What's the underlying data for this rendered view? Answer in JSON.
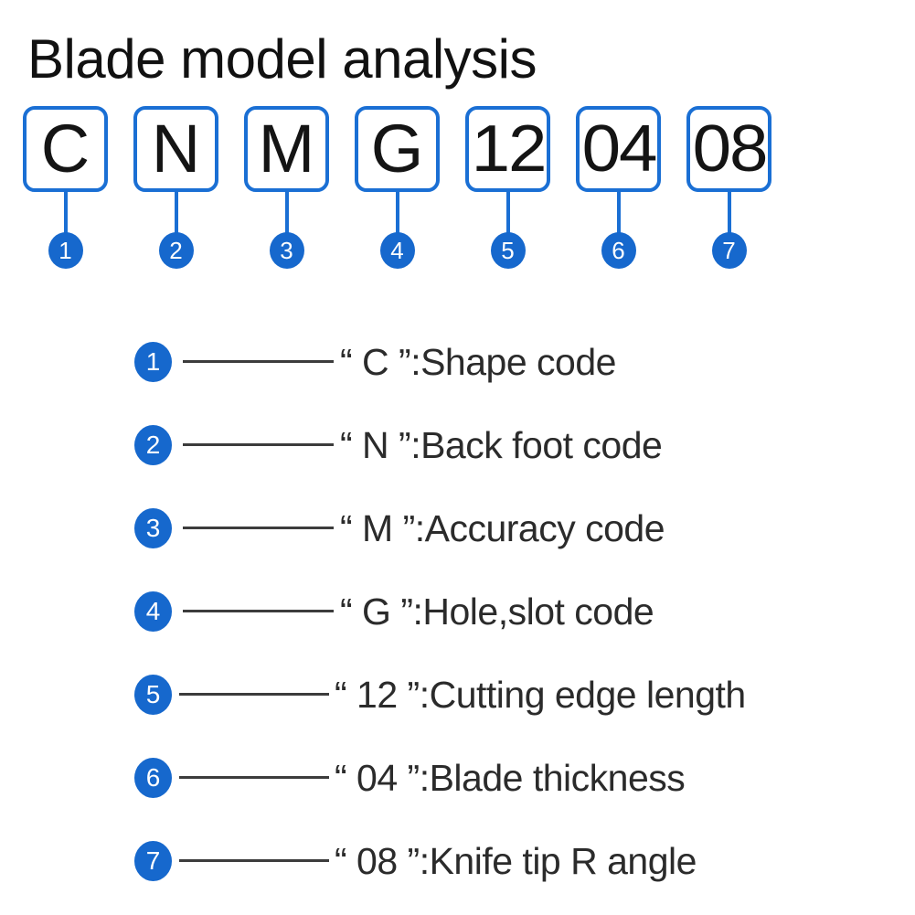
{
  "title": "Blade model analysis",
  "colors": {
    "accent_blue": "#1a6fd4",
    "badge_blue": "#1668cd",
    "rule_gray": "#3c3c3c",
    "text_dark": "#2b2b2b",
    "background": "#ffffff"
  },
  "code_sequence": {
    "full_code": "CNMG120408",
    "segments": [
      {
        "index": "1",
        "value": "C"
      },
      {
        "index": "2",
        "value": "N"
      },
      {
        "index": "3",
        "value": "M"
      },
      {
        "index": "4",
        "value": "G"
      },
      {
        "index": "5",
        "value": "12"
      },
      {
        "index": "6",
        "value": "04"
      },
      {
        "index": "7",
        "value": "08"
      }
    ]
  },
  "legend": {
    "rows": [
      {
        "index": "1",
        "text": "“ C ”:Shape code"
      },
      {
        "index": "2",
        "text": "“ N ”:Back foot code"
      },
      {
        "index": "3",
        "text": "“ M ”:Accuracy code"
      },
      {
        "index": "4",
        "text": "“ G ”:Hole,slot code"
      },
      {
        "index": "5",
        "text": "“ 12 ”:Cutting edge length"
      },
      {
        "index": "6",
        "text": "“ 04 ”:Blade thickness"
      },
      {
        "index": "7",
        "text": "“ 08 ”:Knife tip R angle"
      }
    ]
  }
}
